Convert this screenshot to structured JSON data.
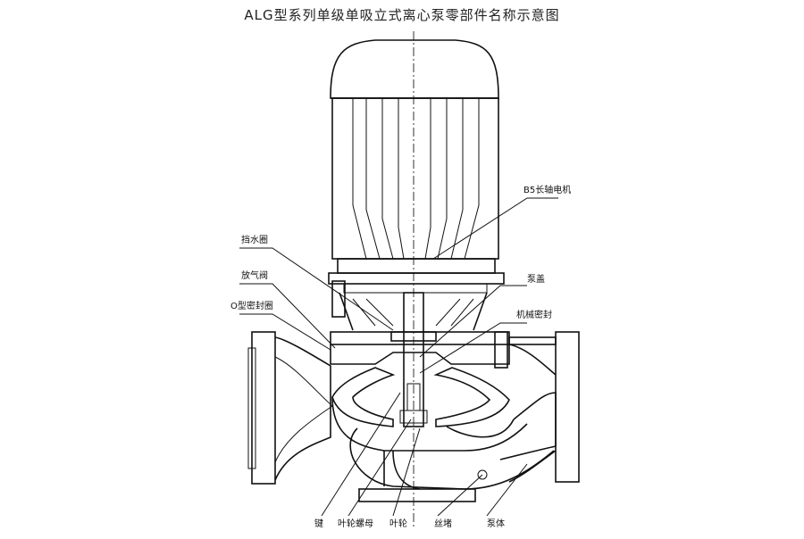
{
  "title": "ALG型系列单级单吸立式离心泵零部件名称示意图",
  "labels": {
    "motor": "B5长轴电机",
    "water_ring": "挡水圈",
    "air_valve": "放气阀",
    "o_ring": "O型密封圈",
    "pump_cover": "泵盖",
    "mech_seal": "机械密封",
    "key": "键",
    "impeller_nut": "叶轮螺母",
    "impeller": "叶轮",
    "plug": "丝堵",
    "pump_body": "泵体"
  },
  "colors": {
    "line": "#111111",
    "hatch": "#222222",
    "background": "#ffffff"
  }
}
